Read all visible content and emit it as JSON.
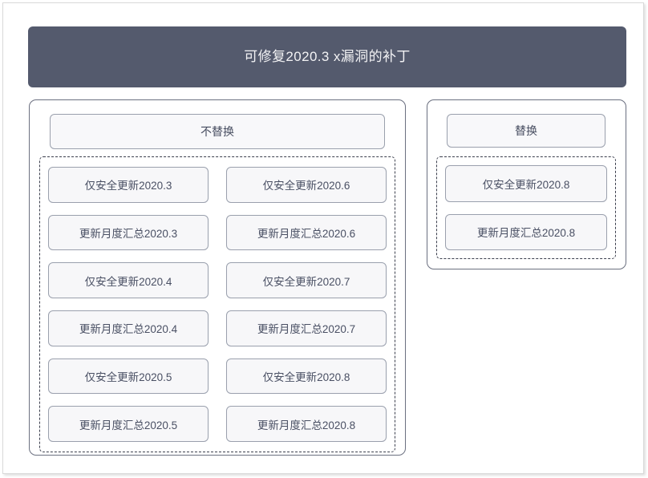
{
  "diagram": {
    "title": "可修复2020.3 x漏洞的补丁",
    "title_bg_color": "#545a6d",
    "title_text_color": "#f2f2f4",
    "panel_border_color": "#6b7080",
    "dashed_border_color": "#3b3f4d",
    "item_bg_color": "#f7f7f9",
    "item_border_color": "#9aa0ad",
    "item_text_color": "#4a5064"
  },
  "groups": [
    {
      "id": "no-replace",
      "header": "不替换",
      "items": [
        {
          "label": "仅安全更新2020.3"
        },
        {
          "label": "仅安全更新2020.6"
        },
        {
          "label": "更新月度汇总2020.3"
        },
        {
          "label": "更新月度汇总2020.6"
        },
        {
          "label": "仅安全更新2020.4"
        },
        {
          "label": "仅安全更新2020.7"
        },
        {
          "label": "更新月度汇总2020.4"
        },
        {
          "label": "更新月度汇总2020.7"
        },
        {
          "label": "仅安全更新2020.5"
        },
        {
          "label": "仅安全更新2020.8"
        },
        {
          "label": "更新月度汇总2020.5"
        },
        {
          "label": "更新月度汇总2020.8"
        }
      ]
    },
    {
      "id": "replace",
      "header": "替换",
      "items": [
        {
          "label": "仅安全更新2020.8"
        },
        {
          "label": "更新月度汇总2020.8"
        }
      ]
    }
  ]
}
